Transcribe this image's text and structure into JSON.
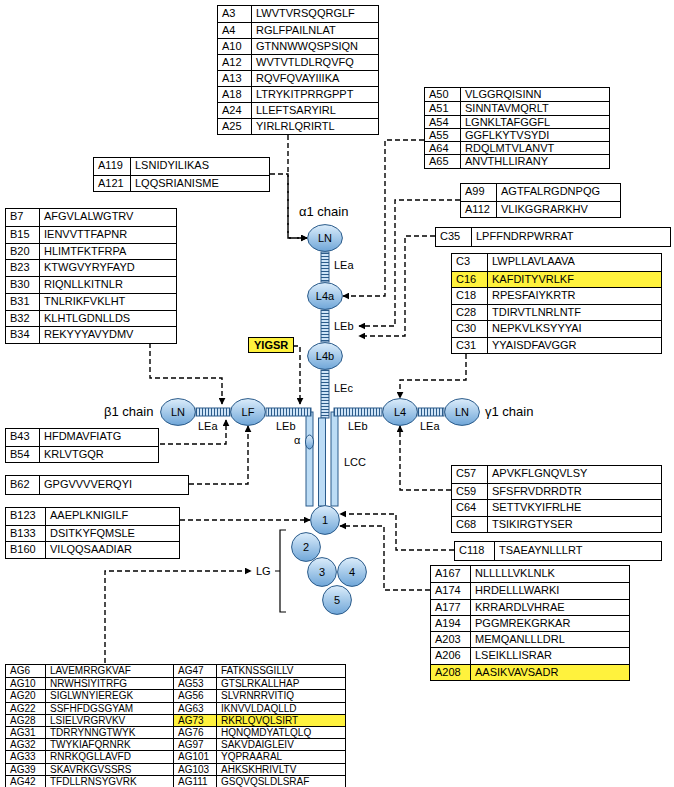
{
  "diagram": {
    "nodes": [
      {
        "text": [
          "A3",
          "LWVTVRSQQRGLF",
          "A4",
          "RGLFPAILNLAT",
          "A10",
          "GTNNWWQSPSIQN",
          "A12",
          "WVTVTLDLRQVFQ",
          "A13",
          "RQVFQVAYIIIKA",
          "A18",
          "LTRYKITPRRGPPT",
          "A24",
          "LLEFTSARYIRL",
          "A25",
          "YIRLRLQRIRTL"
        ]
      },
      {
        "text": [
          "A50",
          "VLGGRQISINN",
          "A51",
          "SINNTAVMQRLT",
          "A54",
          "LGNKLTAFGGFL",
          "A55",
          "GGFLKYTVSYDI",
          "A64",
          "RDQLMTVLANVT",
          "A65",
          "ANVTHLLIRANY"
        ]
      },
      {
        "text": [
          "A119",
          "LSNIDYILIKAS",
          "A121",
          "LQQSRIANISME"
        ]
      },
      {
        "text": [
          "A99",
          "AGTFALRGDNPQG",
          "A112",
          "VLIKGGRARKHV"
        ]
      },
      {
        "text": [
          "C35",
          "LPFFNDRPWRRAT"
        ]
      },
      {
        "text": [
          "C3",
          "LWPLLAVLAAVA",
          "C16",
          "KAFDITYVRLKF",
          "C18",
          "RPESFAIYKRTR",
          "C28",
          "TDIRVTLNRLNTF",
          "C30",
          "NEPKVLKSYYYAI",
          "C31",
          "YYAISDFAVGGR"
        ]
      },
      {
        "text": [
          "B7",
          "AFGVLALWGTRV",
          "B15",
          "IENVVTTFAPNR",
          "B20",
          "HLIMTFKTFRPA",
          "B23",
          "KTWGVYRYFAYD",
          "B30",
          "RIQNLLKITNLR",
          "B31",
          "TNLRIKFVKLHT",
          "B32",
          "KLHTLGDNLLDS",
          "B34",
          "REKYYYAVYDMV"
        ]
      },
      {
        "text": [
          "YIGSR"
        ]
      },
      {
        "text": [
          "B43",
          "HFDMAVFIATG",
          "B54",
          "KRLVTGQR"
        ]
      },
      {
        "text": [
          "C57",
          "APVKFLGNQVLSY",
          "C59",
          "SFSFRVDRRDTR",
          "C64",
          "SETTVKYIFRLHE",
          "C68",
          "TSIKIRGTYSER"
        ]
      },
      {
        "text": [
          "B62",
          "GPGVVVVERQYI"
        ]
      },
      {
        "text": [
          "C118",
          "TSAEAYNLLLRT"
        ]
      },
      {
        "text": [
          "B123",
          "AAEPLKNIGILF",
          "B133",
          "DSITKYFQMSLE",
          "B160",
          "VILQQSAADIAR"
        ]
      },
      {
        "text": [
          "A167",
          "NLLLLLVKLNLK",
          "A174",
          "HRDELLLWARKI",
          "A177",
          "KRRARDLVHRAE",
          "A194",
          "PGGMREKGRKAR",
          "A203",
          "MEMQANLLLDRL",
          "A206",
          "LSEIKLLISRAR",
          "A208",
          "AASIKVAVSADR"
        ]
      },
      {
        "text": [
          "AG6",
          "LAVEMRRGKVAF",
          "AG10",
          "NRWHSIYITRFG",
          "AG20",
          "SIGLWNYIEREGK",
          "AG22",
          "SSFHFDGSGYAM",
          "AG28",
          "LSIELVRGRVKV",
          "AG31",
          "TDRRYNNGTWYK",
          "AG32",
          "TWYKIAFQRNRK",
          "AG33",
          "RNRKQGLLAVFD",
          "AG39",
          "SKAVRKGVSSRS",
          "AG42",
          "TFDLLRNSYGVRK",
          "AG47",
          "FATKNSSGILLV",
          "AG53",
          "GTSLRKALLHAP",
          "AG56",
          "SLVRNRRVITIQ",
          "AG63",
          "IKNVVLDAQLLD",
          "AG73",
          "RKRLQVQLSIRT",
          "AG76",
          "HQNQMDYATLQLQ",
          "AG97",
          "SAKVDAIGLEIV",
          "AG101",
          "YQPRAARAL",
          "AG103",
          "AHKSKHRIVLTV",
          "AG111",
          "GSQVQSLDLSRAF"
        ]
      },
      {
        "text": [
          "LN"
        ]
      },
      {
        "text": [
          "L4a"
        ]
      },
      {
        "text": [
          "L4b"
        ]
      },
      {
        "text": [
          "LN"
        ]
      },
      {
        "text": [
          "LF"
        ]
      },
      {
        "text": [
          "L4"
        ]
      },
      {
        "text": [
          "LN"
        ]
      },
      {
        "text": [
          "1"
        ]
      },
      {
        "text": [
          "2"
        ]
      },
      {
        "text": [
          "3"
        ]
      },
      {
        "text": [
          "4"
        ]
      },
      {
        "text": [
          "5"
        ]
      }
    ],
    "edges": [
      {
        "from": 0,
        "to": 15,
        "arrow": "to"
      },
      {
        "from": 2,
        "to": 15,
        "arrow": "to"
      },
      {
        "from": 1,
        "to": 16,
        "arrow": "to"
      },
      {
        "from": 5,
        "to": 20,
        "arrow": "to"
      },
      {
        "from": 10,
        "to": 19,
        "arrow": "to"
      },
      {
        "from": 9,
        "to": 20,
        "arrow": "to"
      },
      {
        "from": 11,
        "to": 22,
        "arrow": "to"
      },
      {
        "from": 12,
        "to": 22,
        "arrow": "to"
      },
      {
        "from": 13,
        "to": 22,
        "arrow": "to"
      }
    ],
    "labels": [
      "α1 chain",
      "LEa",
      "LEb",
      "LEc",
      "β1 chain",
      "LEa",
      "LEb",
      "α",
      "LCC",
      "LEb",
      "LEa",
      "γ1 chain",
      "LG"
    ]
  }
}
